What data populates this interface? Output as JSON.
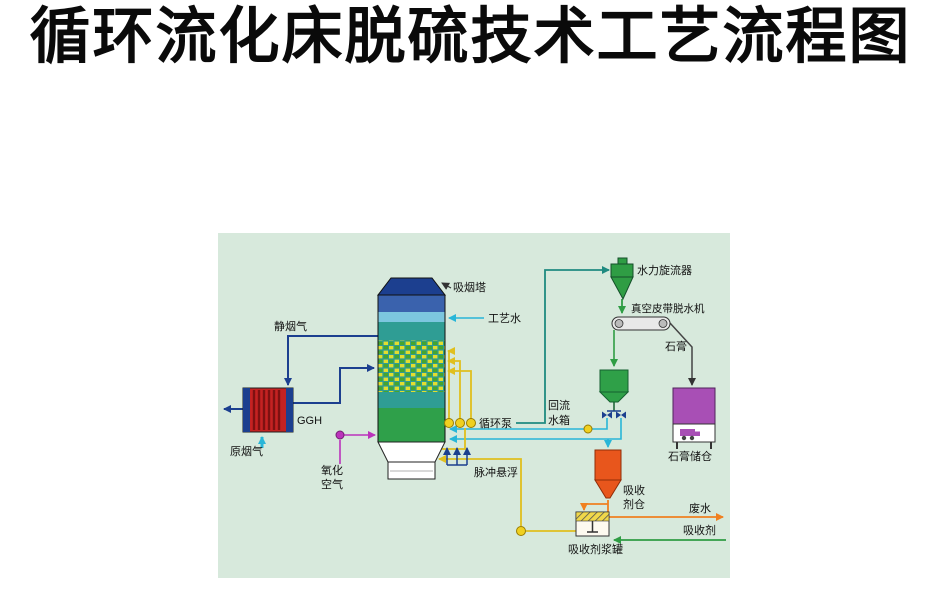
{
  "page": {
    "title": "循环流化床脱硫技术工艺流程图"
  },
  "diagram": {
    "labels": {
      "absorber_tower": "吸烟塔",
      "process_water": "工艺水",
      "clean_flue_gas": "静烟气",
      "ggh": "GGH",
      "raw_flue_gas": "原烟气",
      "oxidation_air_1": "氧化",
      "oxidation_air_2": "空气",
      "circulation_pump": "循环泵",
      "pulse_suspension": "脉冲悬浮",
      "hydrocyclone": "水力旋流器",
      "vacuum_belt_dewaterer": "真空皮带脱水机",
      "gypsum": "石膏",
      "gypsum_silo": "石膏储仓",
      "return_tank_1": "回流",
      "return_tank_2": "水箱",
      "absorbent_silo_1": "吸收",
      "absorbent_silo_2": "剂仓",
      "waste_water": "废水",
      "absorbent": "吸收剂",
      "absorbent_slurry_tank": "吸收剂浆罐"
    },
    "colors": {
      "panel": "#d7e9dc",
      "gas_line": "#1c3f8f",
      "water_line": "#29b6d8",
      "slurry_line": "#e0bf1e",
      "green_line": "#2f9d44",
      "orange_line": "#f08020",
      "magenta_line": "#bb33bb",
      "teal_line": "#1f8a80",
      "ggh_red": "#c42222",
      "gypsum_purple": "#a84fb5"
    }
  }
}
